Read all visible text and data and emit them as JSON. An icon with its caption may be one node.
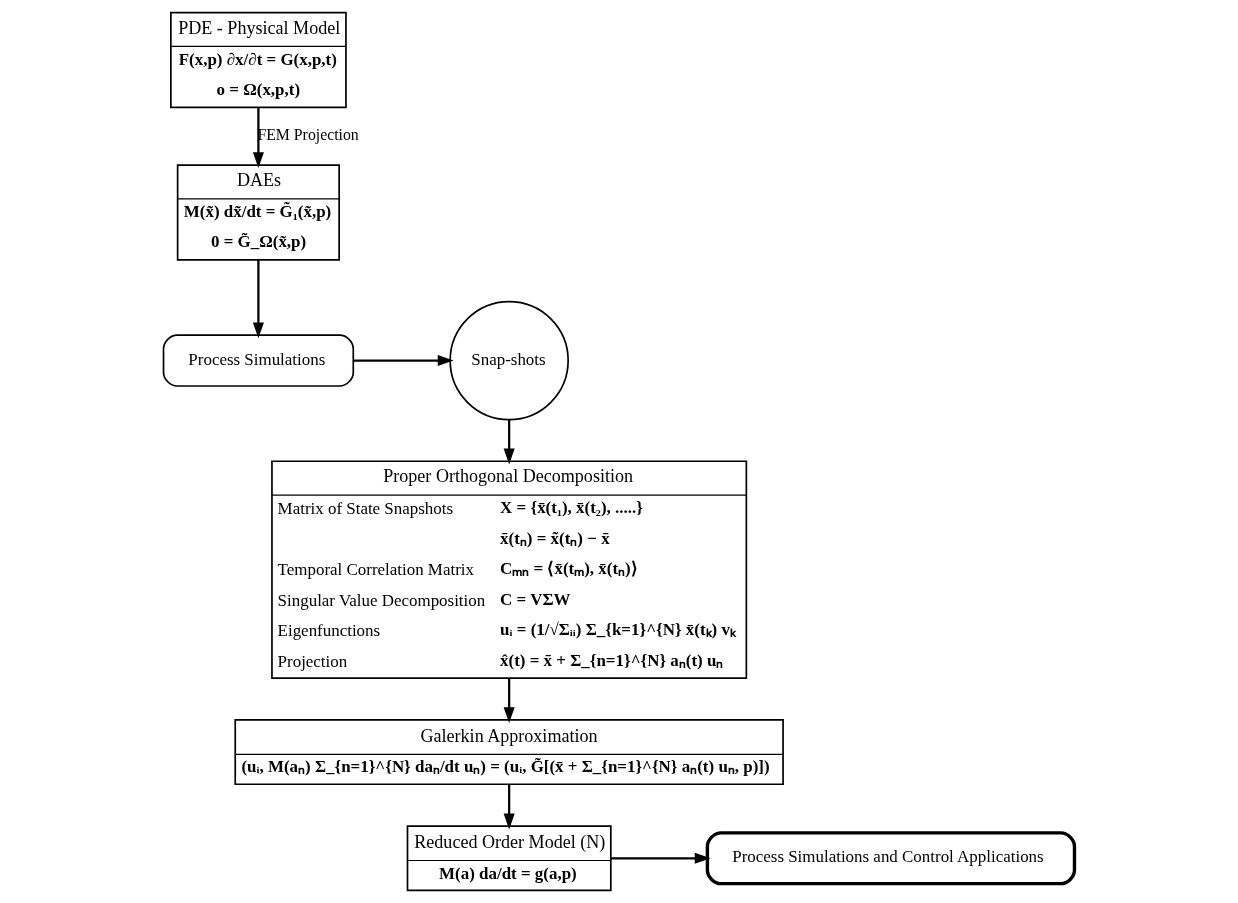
{
  "diagram": {
    "nodes": [
      {
        "text": [
          "PDE - Physical Model",
          "F(x,p) ∂x/∂t = G(x,p,t)",
          "o = Ω(x,p,t)"
        ]
      },
      {
        "text": [
          "DAEs",
          "M(x̃) dx̃/dt = G̃₁(x̃,p)",
          "0 = G̃_Ω(x̃,p)"
        ]
      },
      {
        "text": [
          "Process Simulations"
        ]
      },
      {
        "text": [
          "Snap-shots"
        ]
      },
      {
        "text": [
          "Proper Orthogonal Decomposition",
          "Matrix of State Snapshots",
          "X = {x̄(t₁), x̄(t₂), .....}",
          "x̄(tₙ) = x̃(tₙ) − x̄",
          "Temporal Correlation Matrix",
          "Cₘₙ = ⟨x̄(tₘ), x̄(tₙ)⟩",
          "Singular Value Decomposition",
          "C = VΣW",
          "Eigenfunctions",
          "uᵢ = (1/√Σᵢᵢ) Σ_{k=1}^{N} x̄(tₖ) vₖ",
          "Projection",
          "x̂(t) = x̄ + Σ_{n=1}^{N} aₙ(t) uₙ"
        ]
      },
      {
        "text": [
          "Galerkin Approximation",
          "(uᵢ, M(aₙ) Σ_{n=1}^{N} daₙ/dt uₙ) = (uᵢ, G̃[(x̄ + Σ_{n=1}^{N} aₙ(t) uₙ, p)])"
        ]
      },
      {
        "text": [
          "Reduced Order Model (N)",
          "M(a) da/dt = g(a,p)"
        ]
      },
      {
        "text": [
          "Process Simulations and Control Applications"
        ]
      }
    ],
    "edges": [
      {
        "from": 0,
        "to": 1,
        "arrow": "to",
        "label": "FEM Projection"
      },
      {
        "from": 1,
        "to": 2,
        "arrow": "to"
      },
      {
        "from": 2,
        "to": 3,
        "arrow": "to"
      },
      {
        "from": 3,
        "to": 4,
        "arrow": "to"
      },
      {
        "from": 4,
        "to": 5,
        "arrow": "to"
      },
      {
        "from": 5,
        "to": 6,
        "arrow": "to"
      },
      {
        "from": 6,
        "to": 7,
        "arrow": "to"
      }
    ]
  }
}
